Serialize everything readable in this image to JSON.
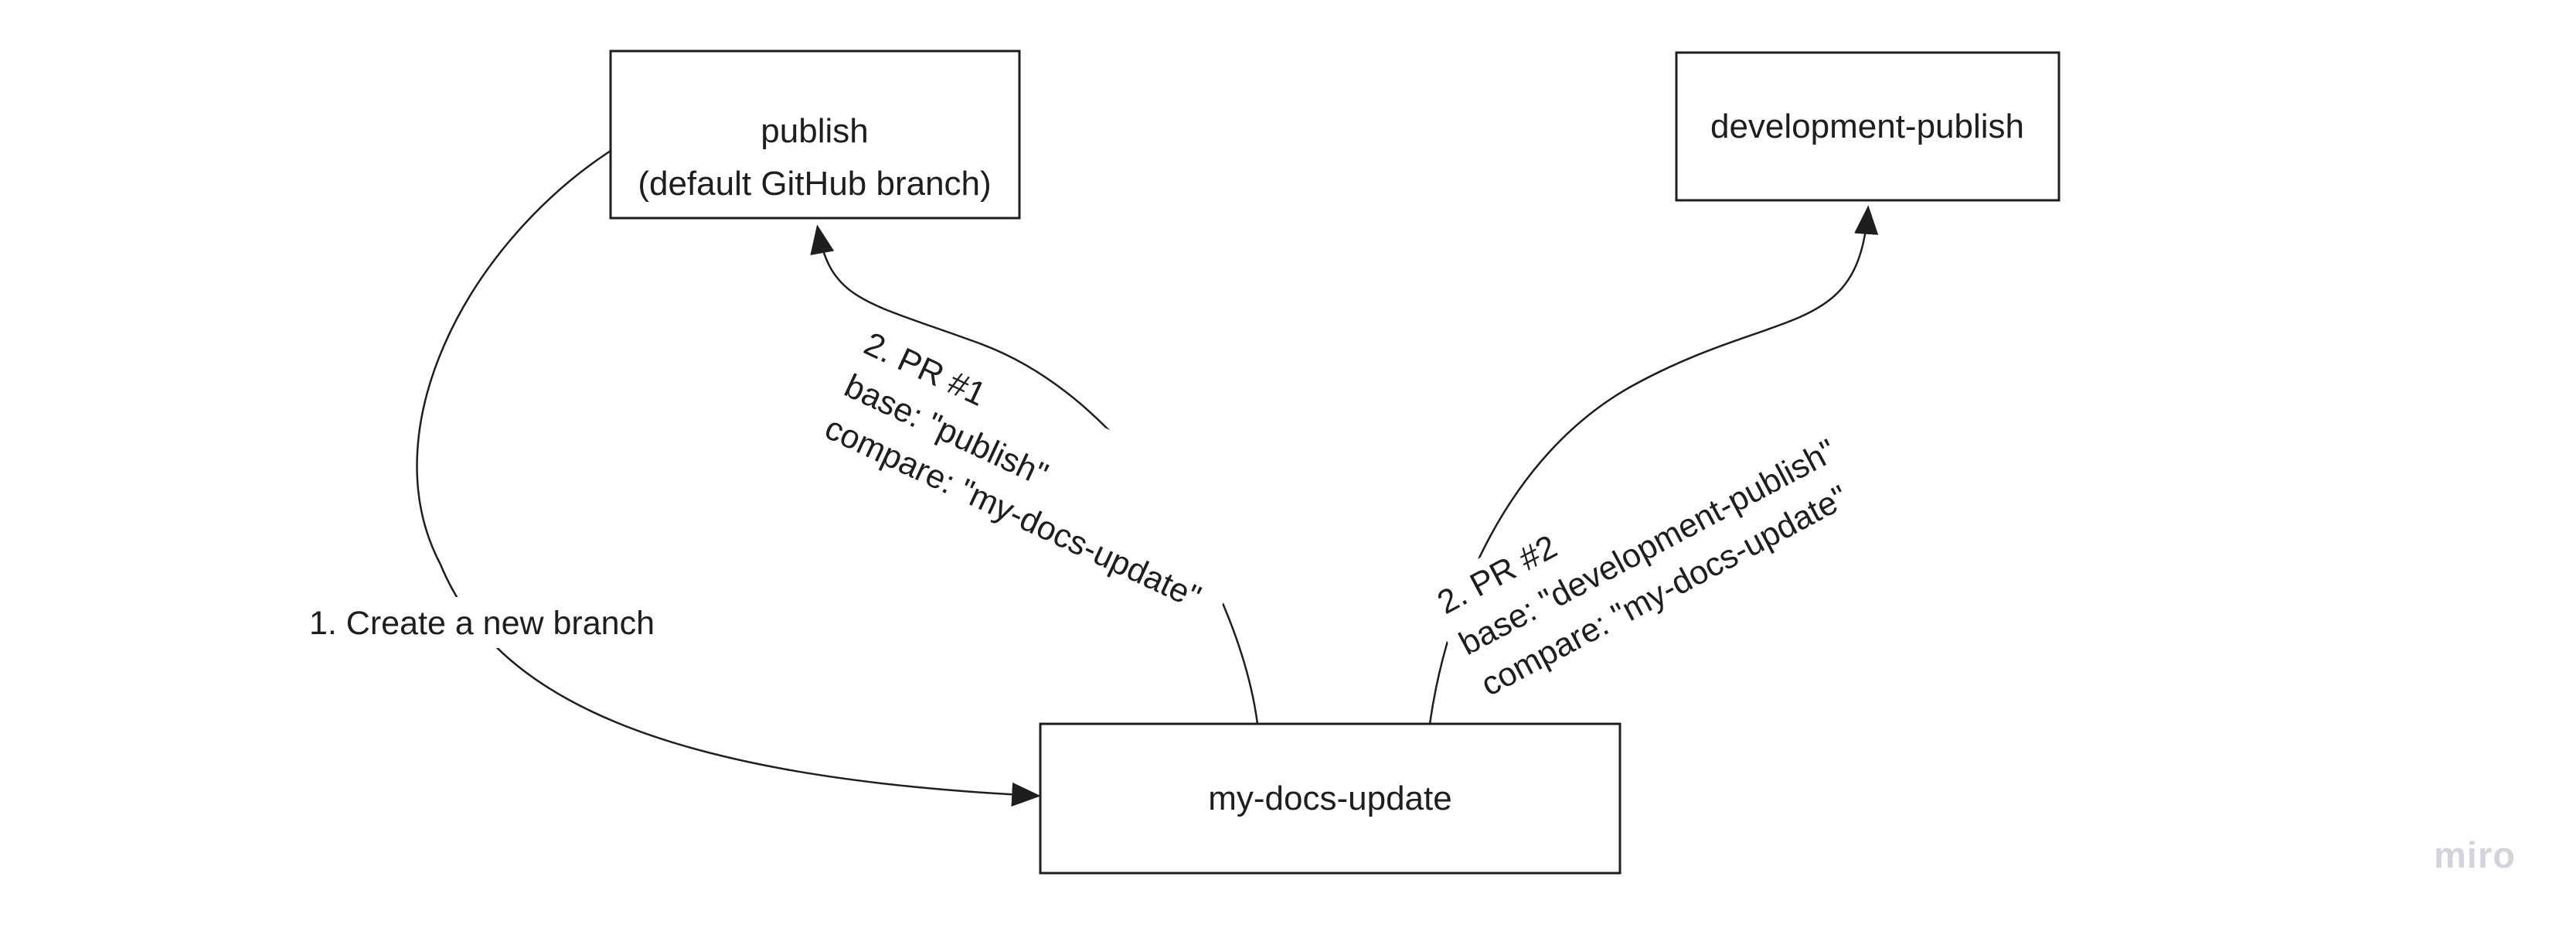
{
  "board": {
    "background": "#ffffff",
    "ink_color": "#1e1e1e",
    "watermark_color": "#d2d3dd"
  },
  "boxes": {
    "publish": {
      "line1": "publish",
      "line2": "(default GitHub branch)"
    },
    "development_publish": {
      "label": "development-publish"
    },
    "my_docs_update": {
      "label": "my-docs-update"
    }
  },
  "captions": {
    "step1": {
      "text": "1. Create a new branch"
    },
    "pr1": {
      "line1": "2. PR #1",
      "line2": "base: \"publish\"",
      "line3": "compare: \"my-docs-update\""
    },
    "pr2": {
      "line1": "2. PR #2",
      "line2": "base: \"development-publish\"",
      "line3": "compare: \"my-docs-update\""
    }
  },
  "watermark": {
    "text": "miro"
  }
}
